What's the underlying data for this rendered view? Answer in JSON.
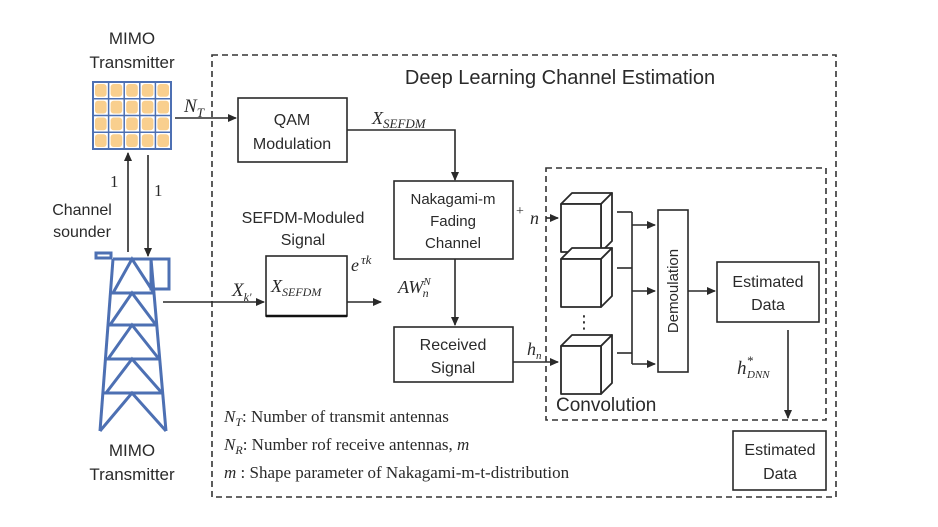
{
  "title": "Deep Learning Channel Estimation",
  "transmitter_top": {
    "line1": "MIMO",
    "line2": "Transmitter"
  },
  "transmitter_bottom": {
    "line1": "MIMO",
    "line2": "Transmitter"
  },
  "channel_sounder": {
    "line1": "Channel",
    "line2": "sounder"
  },
  "link_labels": {
    "up": "1",
    "down": "1"
  },
  "nt_label": {
    "main": "N",
    "sub": "T"
  },
  "qam_box": {
    "line1": "QAM",
    "line2": "Modulation"
  },
  "xsefdm_top": {
    "main": "X",
    "sub": "SEFDM"
  },
  "sefdm_label": {
    "line1": "SEFDM-Moduled",
    "line2": "Signal"
  },
  "sefdm_box": {
    "main": "X",
    "sub": "SEFDM"
  },
  "xk_label": {
    "main": "X",
    "sub": "k'"
  },
  "exp_label": {
    "base": "e",
    "sup": "τk"
  },
  "nakagami_box": {
    "line1": "Nakagami-m",
    "line2": "Fading",
    "line3": "Channel"
  },
  "noise_label": {
    "plus": "+",
    "n": "n"
  },
  "aw_label": {
    "main": "AW",
    "sup": "N",
    "sub": "n"
  },
  "received_box": {
    "line1": "Received",
    "line2": "Signal"
  },
  "hn_label": {
    "main": "h",
    "sub": "n"
  },
  "convolution_label": "Convolution",
  "dots": "⋮",
  "demodulation_label": "Demoulation",
  "estimated_inner": {
    "line1": "Estimated",
    "line2": "Data"
  },
  "hdnn_label": {
    "main": "h",
    "sup": "*",
    "sub": "DNN"
  },
  "estimated_bottom": {
    "line1": "Estimated",
    "line2": "Data"
  },
  "legend": [
    {
      "sym": "N",
      "sub": "T",
      "text": ": Number of transmit antennas"
    },
    {
      "sym": "N",
      "sub": "R",
      "text": ": Number rof receive antennas, ",
      "tail": "m"
    },
    {
      "sym": "m",
      "sub": "",
      "text": " : Shape parameter of Nakagami-m-t-distribution"
    }
  ],
  "colors": {
    "antenna_fill": "#f9cf8e",
    "antenna_grid": "#4d70b3",
    "tower": "#4d70b3",
    "ink": "#2a2a2a"
  }
}
